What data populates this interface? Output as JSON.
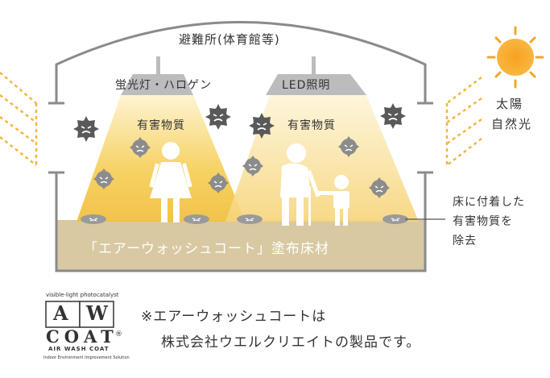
{
  "building_label": "避難所(体育館等)",
  "lamps": [
    {
      "label": "蛍光灯・ハロゲン"
    },
    {
      "label": "LED照明"
    }
  ],
  "harmful_labels": [
    "有害物質",
    "有害物質"
  ],
  "sun": {
    "label_lines": [
      "太陽",
      "自然光"
    ]
  },
  "floor_label": "「エアーウォッシュコート」塗布床材",
  "callout_lines": [
    "床に付着した",
    "有害物質を",
    "除去"
  ],
  "logo": {
    "top_text": "visible-light photocatalyst",
    "letters": [
      "A",
      "W"
    ],
    "word": "COAT",
    "registered": "®",
    "sub": "AIR WASH COAT",
    "tagline": "Indoor Environment Improvement Solution"
  },
  "note_lines": [
    "※エアーウォッシュコートは",
    "株式会社ウエルクリエイトの製品です。"
  ],
  "colors": {
    "floor": "#d8c9a3",
    "light_yellow": "#f6cf5b",
    "sun": "#f5a623",
    "virus": "#595959",
    "outline": "#7f7f7f",
    "lamp": "#bcbcbc"
  }
}
